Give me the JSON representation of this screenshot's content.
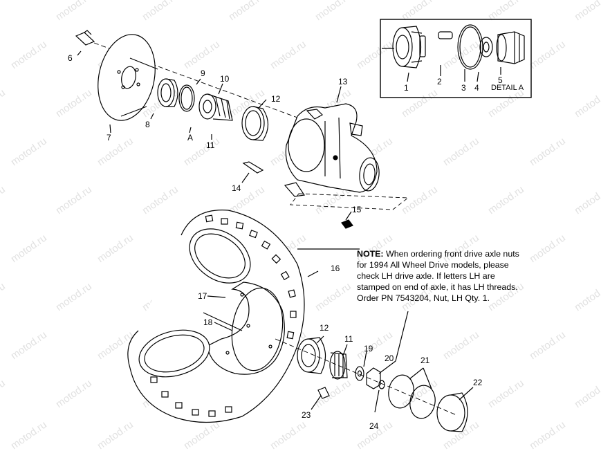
{
  "watermark": "motod.ru",
  "detail": {
    "title": "DETAIL A",
    "callouts": [
      "1",
      "2",
      "3",
      "4",
      "5"
    ]
  },
  "callouts": [
    "6",
    "7",
    "8",
    "9",
    "10",
    "A",
    "11",
    "12",
    "13",
    "14",
    "15",
    "16",
    "17",
    "18",
    "12",
    "11",
    "19",
    "20",
    "21",
    "22",
    "23",
    "24"
  ],
  "note": {
    "heading": "NOTE:",
    "lines": [
      "When ordering front drive axle nuts",
      "for 1994 All Wheel Drive models, please",
      "check LH drive axle.  If letters LH are",
      "stamped on end of axle, it has LH threads.",
      "Order PN 7543204, Nut, LH Qty. 1."
    ]
  }
}
